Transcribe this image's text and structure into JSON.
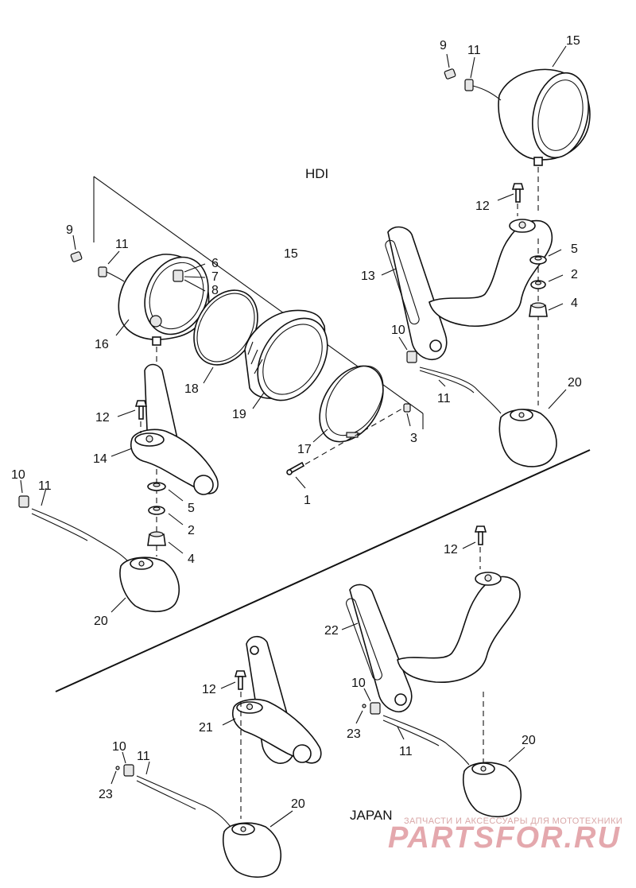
{
  "sections": {
    "hdi": "HDI",
    "japan": "JAPAN"
  },
  "callouts": [
    {
      "id": "c9a",
      "text": "9"
    },
    {
      "id": "c11a",
      "text": "11"
    },
    {
      "id": "c15a",
      "text": "15"
    },
    {
      "id": "c12a",
      "text": "12"
    },
    {
      "id": "c13",
      "text": "13"
    },
    {
      "id": "c5a",
      "text": "5"
    },
    {
      "id": "c2a",
      "text": "2"
    },
    {
      "id": "c4a",
      "text": "4"
    },
    {
      "id": "c10a",
      "text": "10"
    },
    {
      "id": "c11b",
      "text": "11"
    },
    {
      "id": "c20a",
      "text": "20"
    },
    {
      "id": "c9b",
      "text": "9"
    },
    {
      "id": "c11c",
      "text": "11"
    },
    {
      "id": "c6",
      "text": "6"
    },
    {
      "id": "c7",
      "text": "7"
    },
    {
      "id": "c8",
      "text": "8"
    },
    {
      "id": "c15b",
      "text": "15"
    },
    {
      "id": "c16",
      "text": "16"
    },
    {
      "id": "c18",
      "text": "18"
    },
    {
      "id": "c19",
      "text": "19"
    },
    {
      "id": "c17",
      "text": "17"
    },
    {
      "id": "c3",
      "text": "3"
    },
    {
      "id": "c1",
      "text": "1"
    },
    {
      "id": "c12b",
      "text": "12"
    },
    {
      "id": "c14",
      "text": "14"
    },
    {
      "id": "c5b",
      "text": "5"
    },
    {
      "id": "c2b",
      "text": "2"
    },
    {
      "id": "c4b",
      "text": "4"
    },
    {
      "id": "c10b",
      "text": "10"
    },
    {
      "id": "c11d",
      "text": "11"
    },
    {
      "id": "c20b",
      "text": "20"
    },
    {
      "id": "c12c",
      "text": "12"
    },
    {
      "id": "c22",
      "text": "22"
    },
    {
      "id": "c12d",
      "text": "12"
    },
    {
      "id": "c21",
      "text": "21"
    },
    {
      "id": "c10c",
      "text": "10"
    },
    {
      "id": "c23a",
      "text": "23"
    },
    {
      "id": "c11e",
      "text": "11"
    },
    {
      "id": "c20c",
      "text": "20"
    },
    {
      "id": "c10d",
      "text": "10"
    },
    {
      "id": "c11f",
      "text": "11"
    },
    {
      "id": "c23b",
      "text": "23"
    },
    {
      "id": "c20d",
      "text": "20"
    }
  ],
  "watermark": {
    "tagline": "ЗАПЧАСТИ И АКСЕССУАРЫ ДЛЯ МОТОТЕХНИКИ",
    "brand": "PARTSFOR.RU"
  },
  "colors": {
    "line": "#111111",
    "watermark": "#e4a8ad"
  }
}
